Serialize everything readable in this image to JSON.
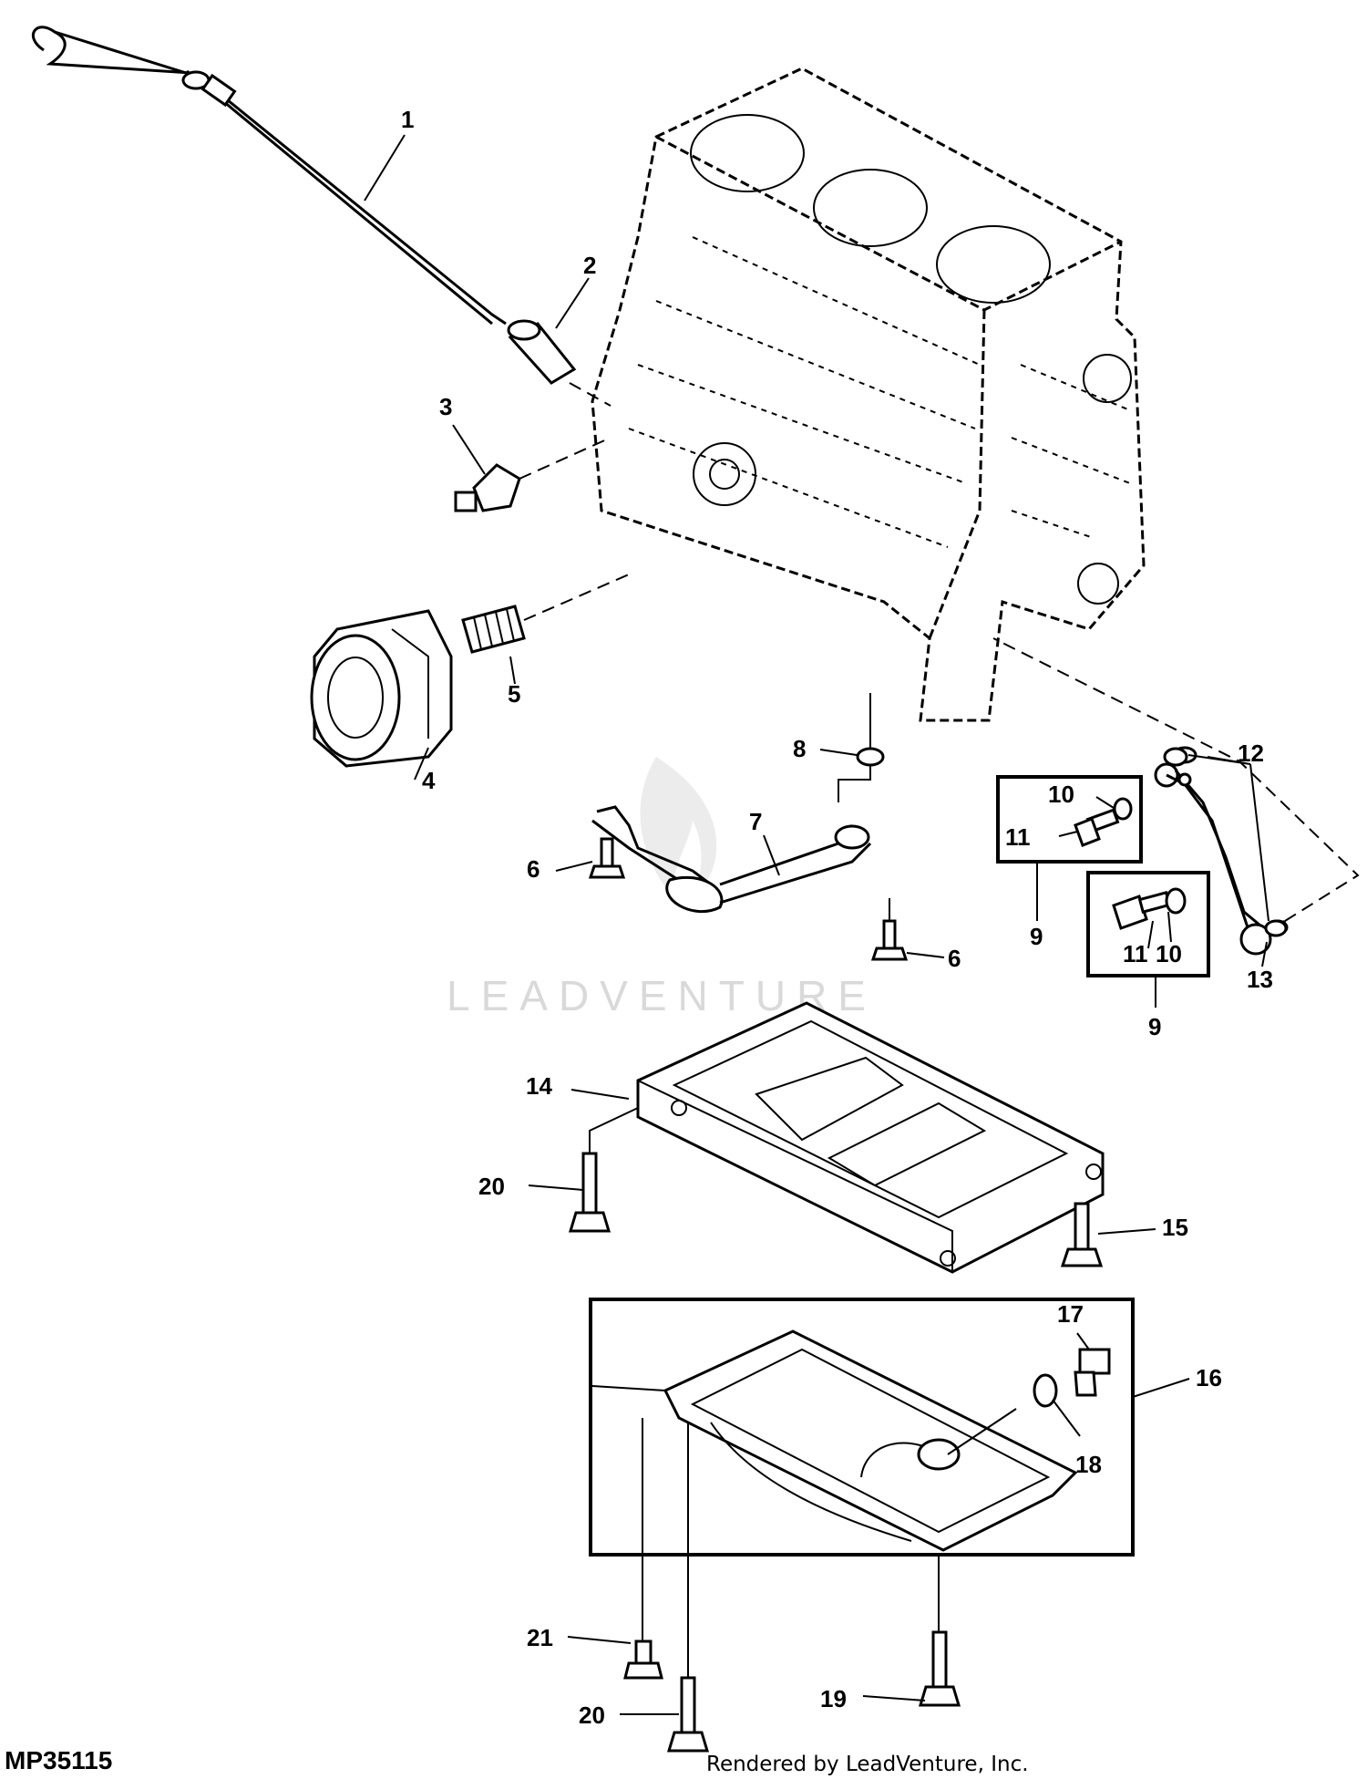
{
  "diagram": {
    "figure_code": "MP35115",
    "watermark": "LEADVENTURE",
    "render_credit": "Rendered by LeadVenture, Inc.",
    "callouts": {
      "c1": "1",
      "c2": "2",
      "c3": "3",
      "c4": "4",
      "c5": "5",
      "c6a": "6",
      "c6b": "6",
      "c7": "7",
      "c8": "8",
      "c9a": "9",
      "c9b": "9",
      "c10a": "10",
      "c10b": "10",
      "c11a": "11",
      "c11b": "11",
      "c12": "12",
      "c13": "13",
      "c14": "14",
      "c15": "15",
      "c16": "16",
      "c17": "17",
      "c18": "18",
      "c19": "19",
      "c20a": "20",
      "c20b": "20",
      "c21": "21"
    }
  }
}
